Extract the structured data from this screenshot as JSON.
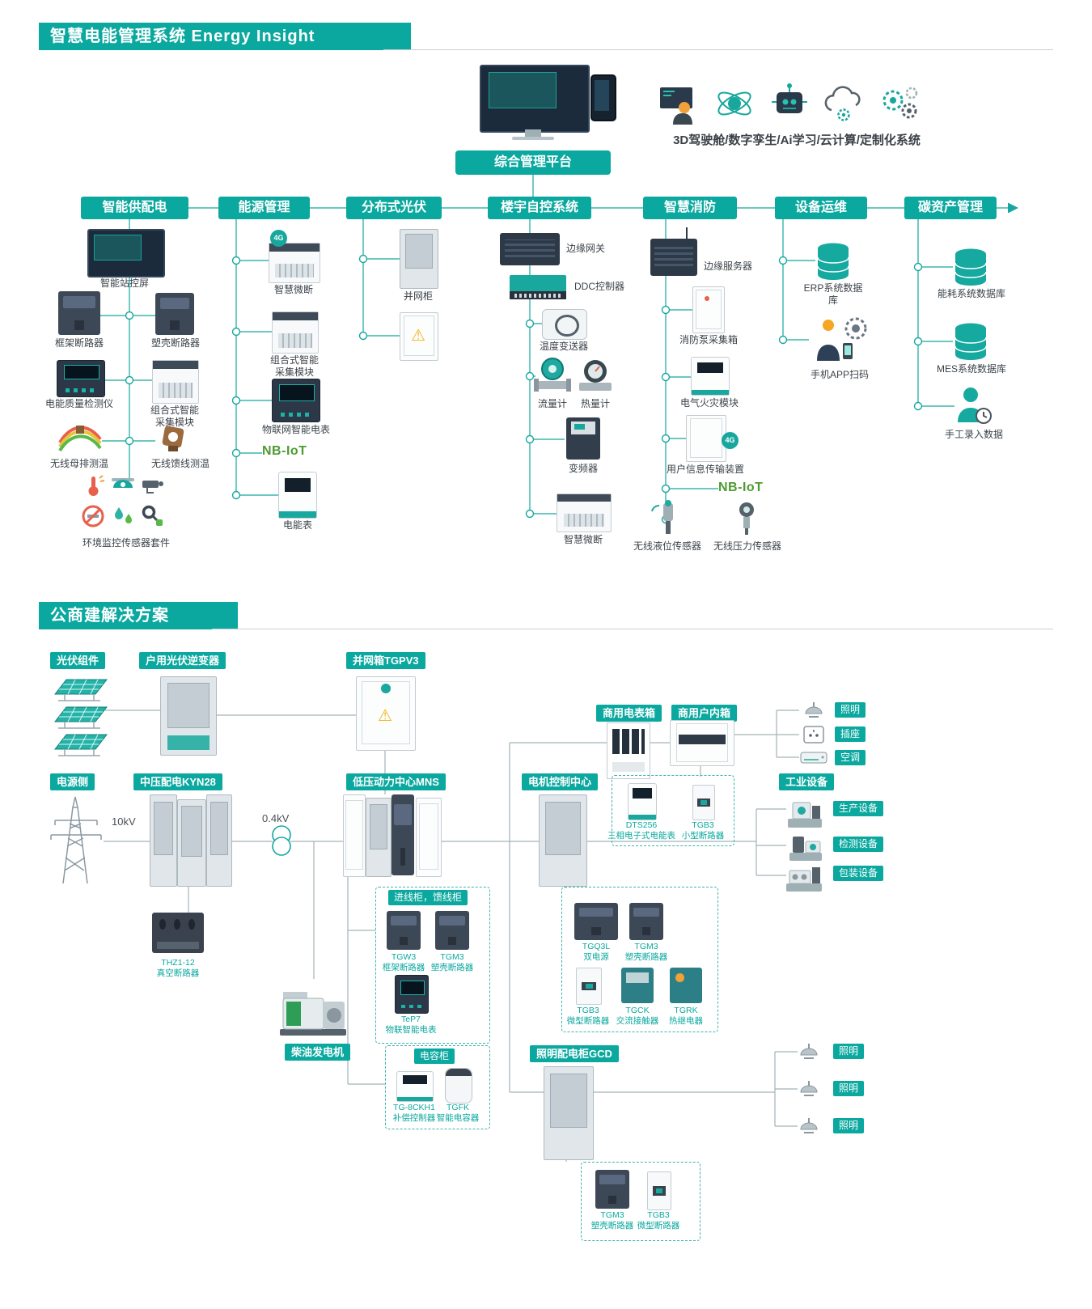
{
  "page": {
    "top_banner": "智慧电能管理系统 Energy Insight",
    "bottom_banner": "公商建解决方案"
  },
  "platform": {
    "label": "综合管理平台",
    "caption": "3D驾驶舱/数字孪生/Ai学习/云计算/定制化系统"
  },
  "badges": {
    "g4": "4G"
  },
  "columns": [
    {
      "header": "智能供配电",
      "items": {
        "screen": "智能站控屏",
        "acb": "框架断路器",
        "mccb": "塑壳断路器",
        "pq": "电能质量检测仪",
        "collector": "组合式智能采集模块",
        "busbar_temp": "无线母排测温",
        "feeder_temp": "无线馈线测温",
        "env_kit": "环境监控传感器套件"
      }
    },
    {
      "header": "能源管理",
      "items": {
        "smart_breaker": "智慧微断",
        "collector": "组合式智能采集模块",
        "iot_meter": "物联网智能电表",
        "nbiot": "NB-IoT",
        "energy_meter": "电能表"
      }
    },
    {
      "header": "分布式光伏",
      "items": {
        "grid_cabinet": "并网柜"
      }
    },
    {
      "header": "楼宇自控系统",
      "items": {
        "gateway": "边缘网关",
        "ddc": "DDC控制器",
        "temp_transmitter": "温度变送器",
        "flow_meter": "流量计",
        "heat_meter": "热量计",
        "vfd": "变频器",
        "smart_breaker": "智慧微断"
      }
    },
    {
      "header": "智慧消防",
      "items": {
        "edge_server": "边缘服务器",
        "fire_pump_box": "消防泵采集箱",
        "fire_module": "电气火灾模块",
        "user_info_device": "用户信息传输装置",
        "nbiot": "NB-IoT",
        "level_sensor": "无线液位传感器",
        "pressure_sensor": "无线压力传感器"
      }
    },
    {
      "header": "设备运维",
      "items": {
        "erp_db": "ERP系统数据库",
        "app_scan": "手机APP扫码"
      }
    },
    {
      "header": "碳资产管理",
      "items": {
        "energy_db": "能耗系统数据库",
        "mes_db": "MES系统数据库",
        "manual_entry": "手工录入数据"
      }
    }
  ],
  "solution": {
    "chips": {
      "pv_module": "光伏组件",
      "pv_inverter": "户用光伏逆变器",
      "grid_box": "并网箱TGPV3",
      "meter_box": "商用电表箱",
      "indoor_box": "商用户内箱",
      "power_side": "电源侧",
      "mv_kyn28": "中压配电KYN28",
      "lv_mns": "低压动力中心MNS",
      "mcc": "电机控制中心",
      "industrial": "工业设备",
      "incoming_feeder": "进线柜，馈线柜",
      "capacitor": "电容柜",
      "lighting_gcd": "照明配电柜GCD",
      "diesel": "柴油发电机"
    },
    "loads": {
      "lighting_a": "照明",
      "socket": "插座",
      "ac": "空调",
      "production": "生产设备",
      "testing": "检测设备",
      "packaging": "包装设备",
      "lighting_1": "照明",
      "lighting_2": "照明",
      "lighting_3": "照明"
    },
    "volts": {
      "mv": "10kV",
      "lv": "0.4kV"
    },
    "products": {
      "thz": {
        "model": "THZ1-12",
        "name": "真空断路器"
      },
      "dts": {
        "model": "DTS256",
        "name": "三相电子式电能表"
      },
      "tgb3_mini": {
        "model": "TGB3",
        "name": "小型断路器"
      },
      "tgw3": {
        "model": "TGW3",
        "name": "框架断路器"
      },
      "tgm3_a": {
        "model": "TGM3",
        "name": "塑壳断路器"
      },
      "tep7": {
        "model": "TeP7",
        "name": "物联智能电表"
      },
      "tg8ckh1": {
        "model": "TG-8CKH1",
        "name": "补偿控制器"
      },
      "tgfk": {
        "model": "TGFK",
        "name": "智能电容器"
      },
      "tgq3l": {
        "model": "TGQ3L",
        "name": "双电源"
      },
      "tgm3_b": {
        "model": "TGM3",
        "name": "塑壳断路器"
      },
      "tgb3_micro_a": {
        "model": "TGB3",
        "name": "微型断路器"
      },
      "tgck": {
        "model": "TGCK",
        "name": "交流接触器"
      },
      "tgrk": {
        "model": "TGRK",
        "name": "热继电器"
      },
      "tgm3_c": {
        "model": "TGM3",
        "name": "塑壳断路器"
      },
      "tgb3_micro_b": {
        "model": "TGB3",
        "name": "微型断路器"
      }
    }
  }
}
